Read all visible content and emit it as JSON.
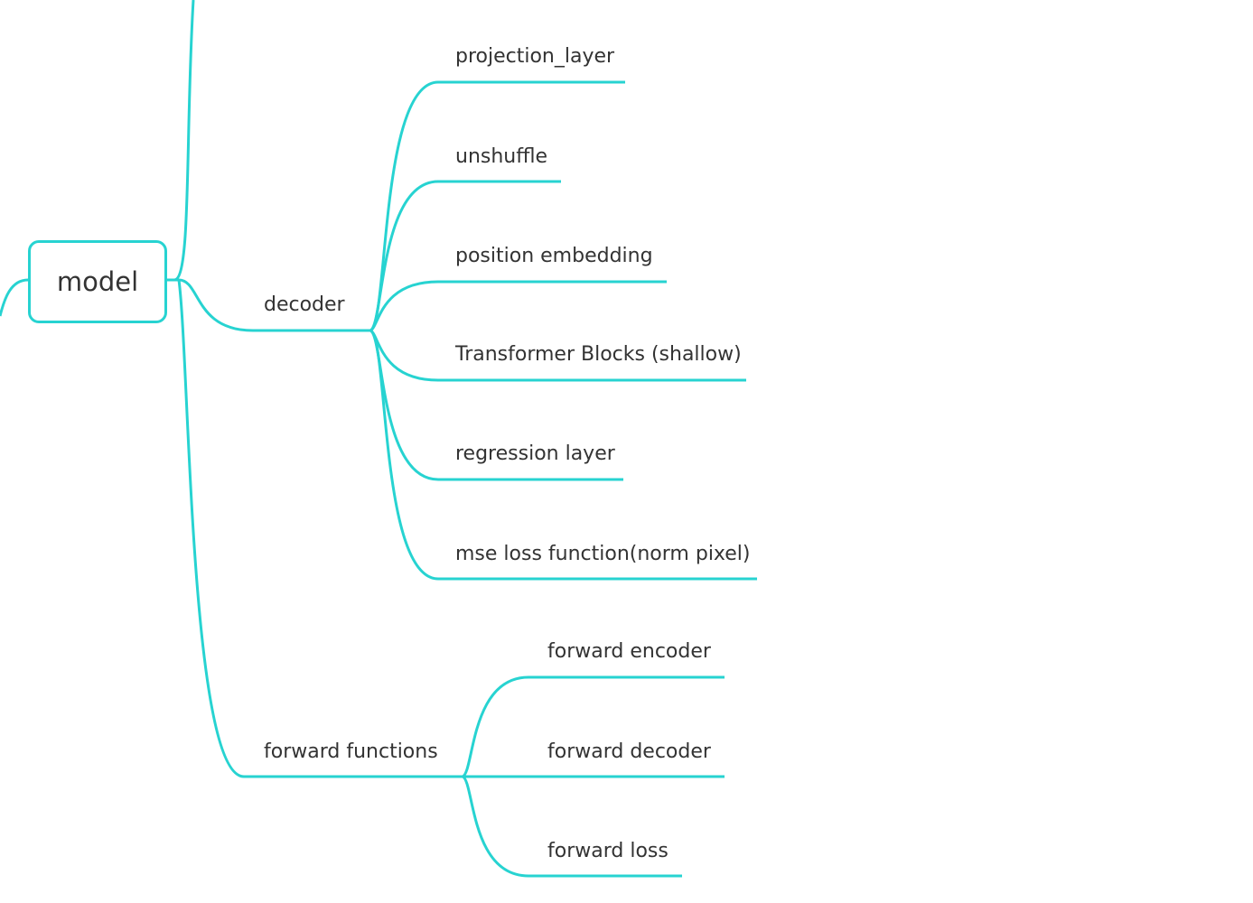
{
  "theme": {
    "line_color": "#27d3d1",
    "text_color": "#333333",
    "background": "#ffffff"
  },
  "root": {
    "label": "model"
  },
  "branches": {
    "decoder": {
      "label": "decoder",
      "children": [
        "projection_layer",
        "unshuffle",
        "position embedding",
        "Transformer Blocks (shallow)",
        "regression layer",
        "mse loss function(norm pixel)"
      ]
    },
    "forward": {
      "label": "forward functions",
      "children": [
        "forward encoder",
        "forward decoder",
        "forward loss"
      ]
    }
  }
}
